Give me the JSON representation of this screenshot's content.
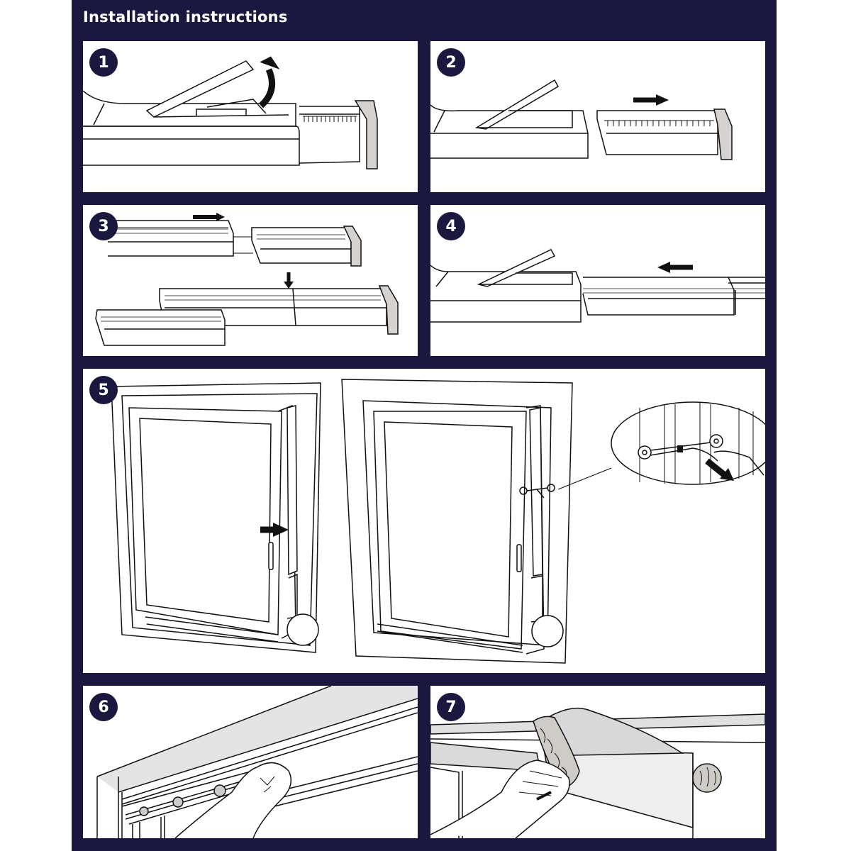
{
  "header": {
    "title": "Installation instructions"
  },
  "colors": {
    "background": "#1b1840",
    "panel": "#ffffff",
    "badge": "#1b1840",
    "line": "#111111",
    "accent_gray": "#d6d2cf"
  },
  "steps": [
    {
      "number": "1",
      "illustration": "lift-hose-adapter-cover-icon",
      "arrow": "curved-up-arrow"
    },
    {
      "number": "2",
      "illustration": "slide-out-extension-icon",
      "arrow": "right-arrow"
    },
    {
      "number": "3",
      "illustration": "join-extension-pieces-icon",
      "arrow": "right-arrow, down-arrow"
    },
    {
      "number": "4",
      "illustration": "slide-in-extension-icon",
      "arrow": "left-arrow"
    },
    {
      "number": "5",
      "illustration": "close-window-onto-seal-icon",
      "arrow": "right-arrow, diagonal-arrow"
    },
    {
      "number": "6",
      "illustration": "attach-velcro-pads-icon",
      "arrow": ""
    },
    {
      "number": "7",
      "illustration": "press-fabric-to-velcro-icon",
      "arrow": ""
    }
  ]
}
